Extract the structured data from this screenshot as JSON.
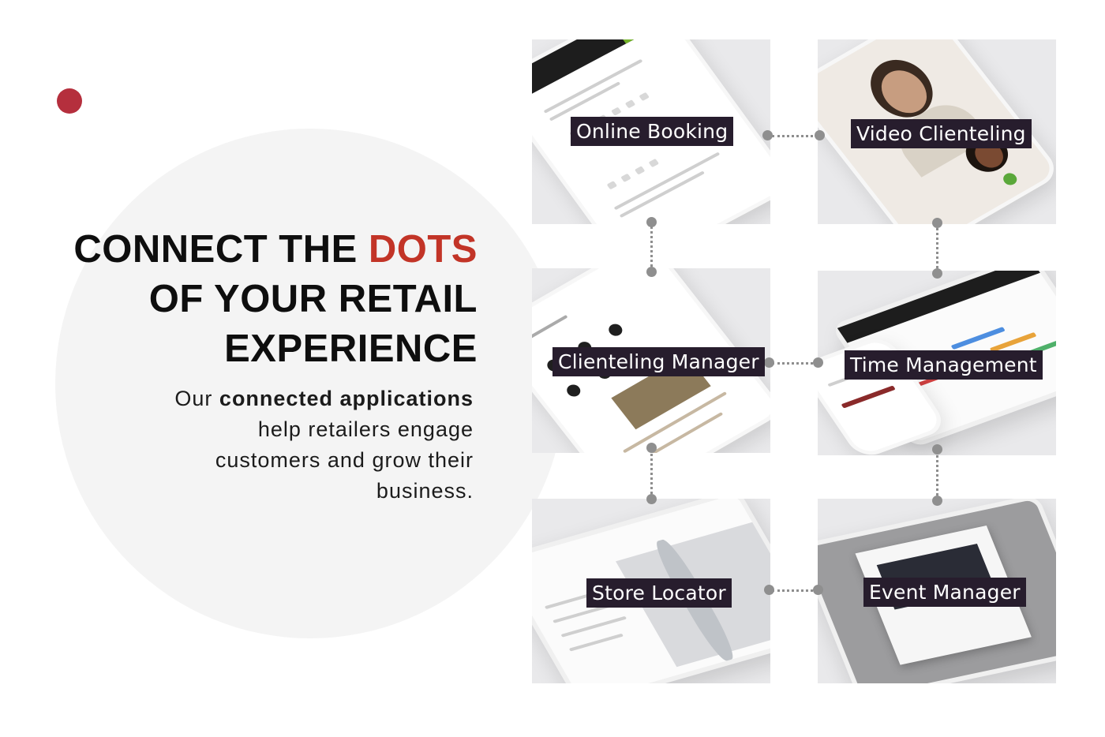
{
  "headline": {
    "line1_prefix": "CONNECT THE ",
    "line1_accent": "DOTS",
    "line2": "OF YOUR RETAIL",
    "line3": "EXPERIENCE"
  },
  "subtext": {
    "lead": "Our ",
    "bold1": "connected",
    "space": " ",
    "bold2": "applications",
    "rest_line2": "help retailers engage",
    "rest_line3": "customers and grow their",
    "rest_line4": "business."
  },
  "apps": [
    {
      "label": "Online Booking"
    },
    {
      "label": "Video Clienteling"
    },
    {
      "label": "Clienteling Manager"
    },
    {
      "label": "Time Management"
    },
    {
      "label": "Store Locator"
    },
    {
      "label": "Event Manager"
    }
  ],
  "colors": {
    "accent_red": "#c23427",
    "dot_red": "#b52f3d",
    "label_bg": "#271d2d",
    "connector": "#8e8e8e"
  }
}
